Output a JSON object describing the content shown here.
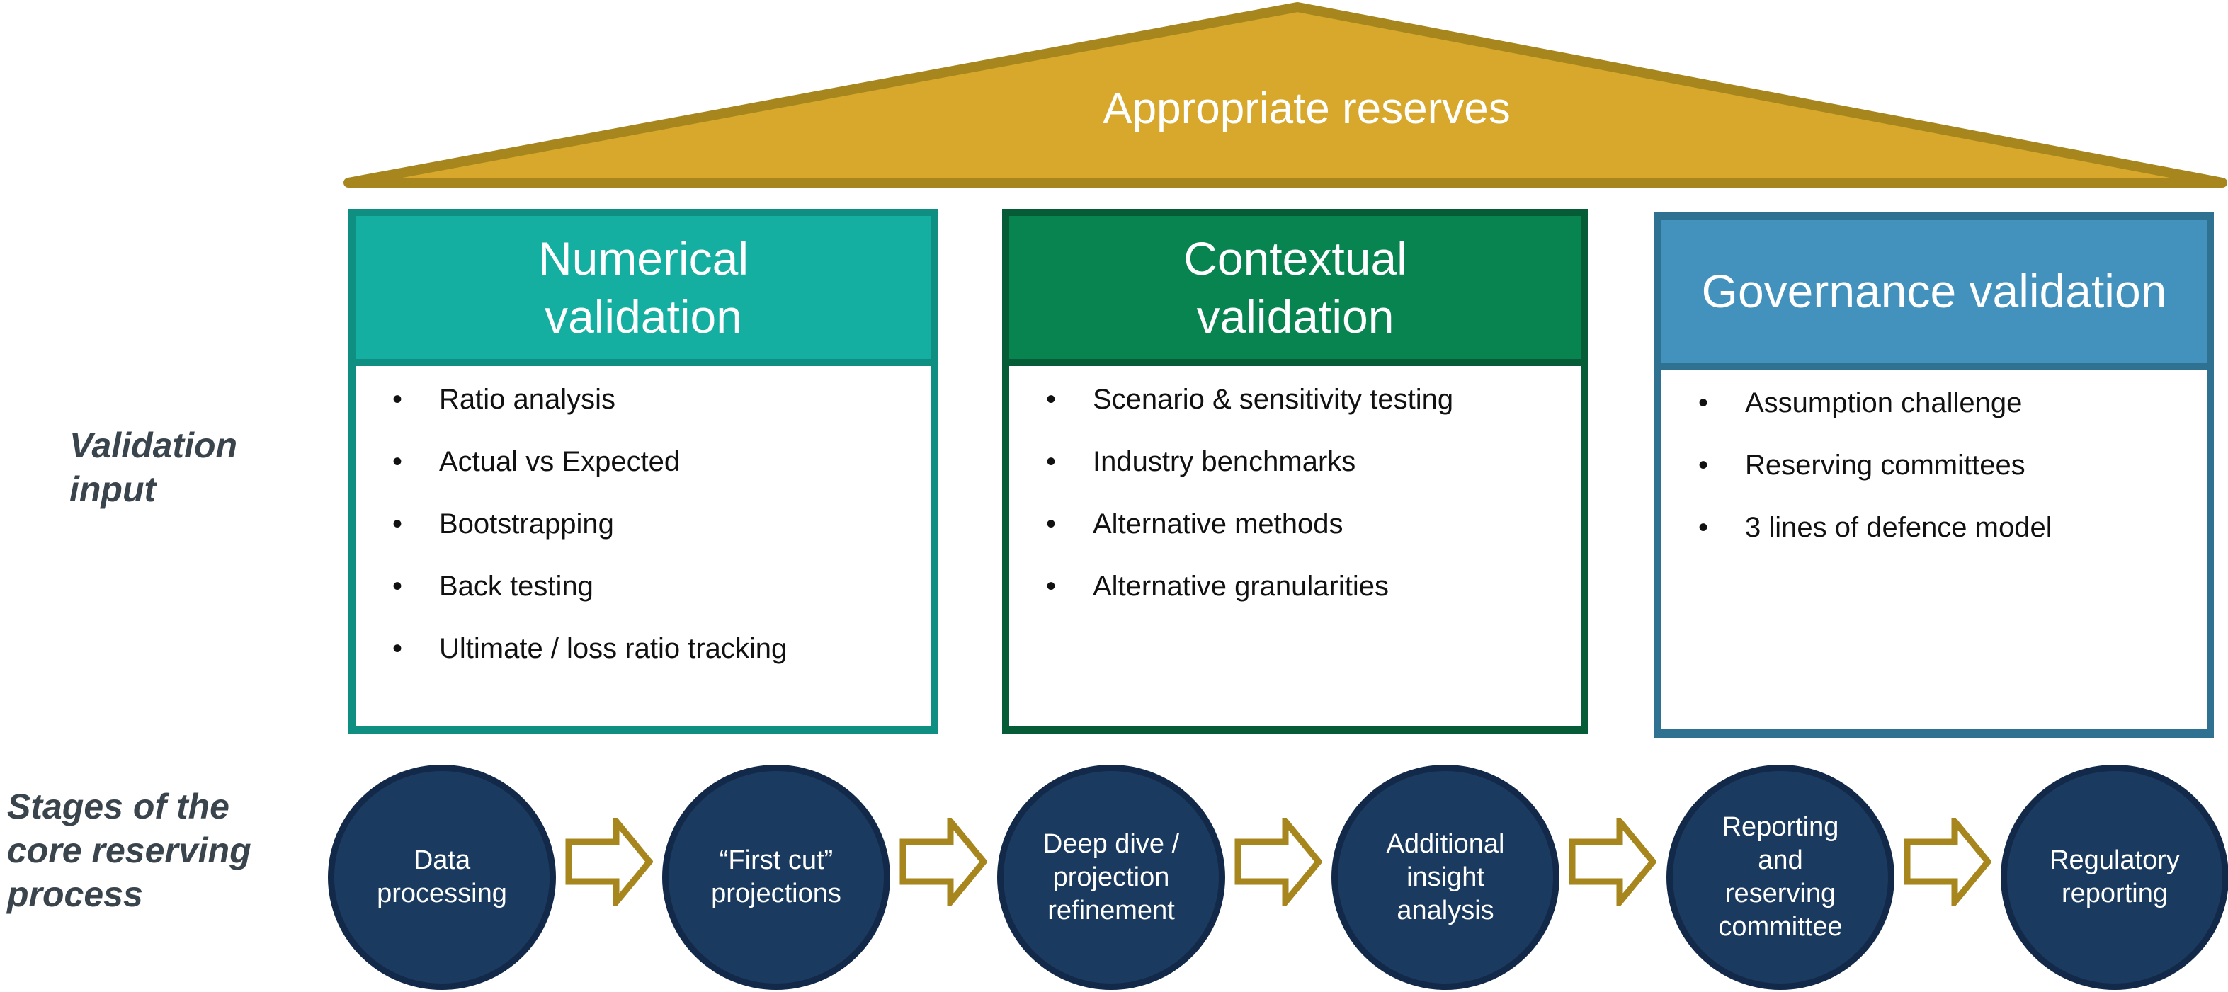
{
  "roof": {
    "title": "Appropriate reserves",
    "fill": "#D7A82B",
    "stroke": "#A6861D"
  },
  "side_labels": {
    "validation_input": "Validation input",
    "stages": "Stages of the core reserving process",
    "text_color": "#3A444D"
  },
  "pillars": [
    {
      "title": "Numerical validation",
      "title_lines": [
        "Numerical",
        "validation"
      ],
      "fill": "#14AFA1",
      "stroke": "#0F8E82",
      "items": [
        "Ratio analysis",
        "Actual vs Expected",
        "Bootstrapping",
        "Back testing",
        "Ultimate / loss ratio tracking"
      ]
    },
    {
      "title": "Contextual validation",
      "title_lines": [
        "Contextual",
        "validation"
      ],
      "fill": "#088450",
      "stroke": "#065C36",
      "items": [
        "Scenario & sensitivity testing",
        "Industry benchmarks",
        "Alternative methods",
        "Alternative granularities"
      ]
    },
    {
      "title": "Governance validation",
      "title_lines": [
        "Governance validation"
      ],
      "fill": "#4392BE",
      "stroke": "#2F7191",
      "items": [
        "Assumption challenge",
        "Reserving committees",
        "3 lines of defence model"
      ]
    }
  ],
  "stages": [
    {
      "label": "Data processing",
      "lines": [
        "Data",
        "processing"
      ]
    },
    {
      "label": "“First cut” projections",
      "lines": [
        "“First cut”",
        "projections"
      ]
    },
    {
      "label": "Deep dive / projection refinement",
      "lines": [
        "Deep dive /",
        "projection",
        "refinement"
      ]
    },
    {
      "label": "Additional insight analysis",
      "lines": [
        "Additional",
        "insight",
        "analysis"
      ]
    },
    {
      "label": "Reporting and reserving committee",
      "lines": [
        "Reporting",
        "and",
        "reserving",
        "committee"
      ]
    },
    {
      "label": "Regulatory reporting",
      "lines": [
        "Regulatory",
        "reporting"
      ]
    }
  ],
  "arrow": {
    "fill": "#FFFFFF",
    "stroke": "#A6861D"
  },
  "stage_circle": {
    "fill": "#1B3A5F",
    "stroke": "#13294A"
  }
}
